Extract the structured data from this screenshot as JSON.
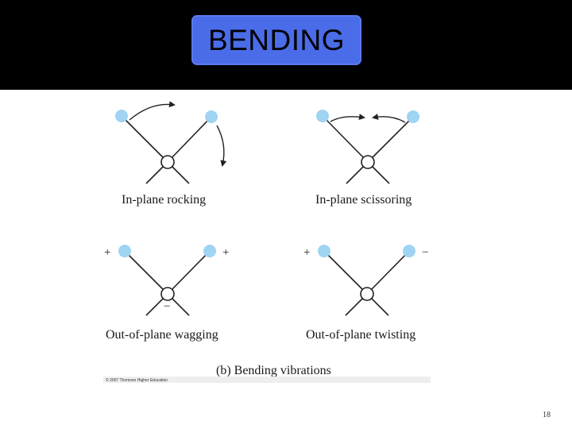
{
  "slide": {
    "title": "BENDING",
    "page_number": "18"
  },
  "colors": {
    "header_band": "#000000",
    "title_box": "#4a6ce8",
    "atom": "#9fd4f2",
    "bond": "#222222"
  },
  "figure": {
    "caption": "(b) Bending vibrations",
    "copyright": "© 2007 Thomson Higher Education",
    "panels": [
      {
        "label": "In-plane rocking",
        "left_sign": "",
        "right_sign": "",
        "center_sign": ""
      },
      {
        "label": "In-plane scissoring",
        "left_sign": "",
        "right_sign": "",
        "center_sign": ""
      },
      {
        "label": "Out-of-plane wagging",
        "left_sign": "+",
        "right_sign": "+",
        "center_sign": "−"
      },
      {
        "label": "Out-of-plane twisting",
        "left_sign": "+",
        "right_sign": "−",
        "center_sign": ""
      }
    ]
  }
}
